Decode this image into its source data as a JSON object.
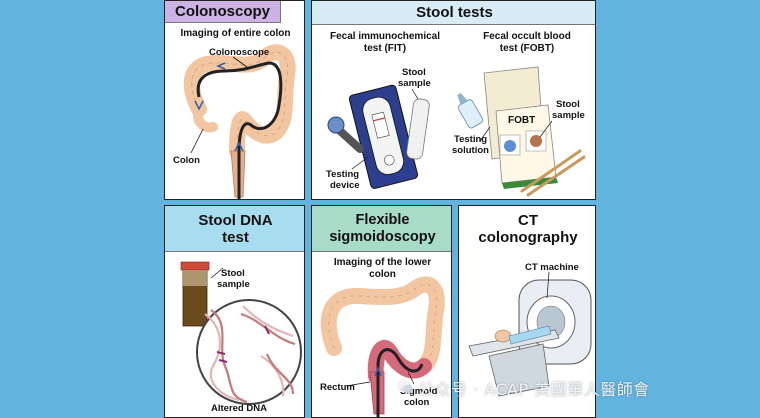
{
  "panels": {
    "colonoscopy": {
      "title": "Colonoscopy",
      "subtitle": "Imaging of entire colon",
      "labels": {
        "colonoscope": "Colonoscope",
        "colon": "Colon"
      }
    },
    "stool_tests": {
      "title": "Stool tests",
      "fit": {
        "title_line1": "Fecal immunochemical",
        "title_line2": "test (FIT)",
        "stool_sample_1": "Stool",
        "stool_sample_2": "sample",
        "device_1": "Testing",
        "device_2": "device"
      },
      "fobt": {
        "title_line1": "Fecal occult blood",
        "title_line2": "test (FOBT)",
        "card_label": "FOBT",
        "stool_sample_1": "Stool",
        "stool_sample_2": "sample",
        "solution_1": "Testing",
        "solution_2": "solution"
      }
    },
    "stool_dna": {
      "title_line1": "Stool DNA",
      "title_line2": "test",
      "labels": {
        "stool_1": "Stool",
        "stool_2": "sample",
        "altered": "Altered DNA"
      }
    },
    "sigmoidoscopy": {
      "title_line1": "Flexible",
      "title_line2": "sigmoidoscopy",
      "subtitle_line1": "Imaging of the lower",
      "subtitle_line2": "colon",
      "labels": {
        "rectum": "Rectum",
        "sigmoid_1": "Sigmoid",
        "sigmoid_2": "colon"
      }
    },
    "ct": {
      "title_line1": "CT",
      "title_line2": "colonography",
      "labels": {
        "machine": "CT machine"
      }
    }
  },
  "watermark": "公众号 · ACAP 美國華人醫師會",
  "colors": {
    "background": "#63b3df",
    "colonoscopy_header": "#cdb3e3",
    "stool_header": "#d9ecf6",
    "dna_header": "#a8dcef",
    "sigmoid_header": "#a8dcc8",
    "colon": "#f2c6a0",
    "scope": "#222222"
  }
}
